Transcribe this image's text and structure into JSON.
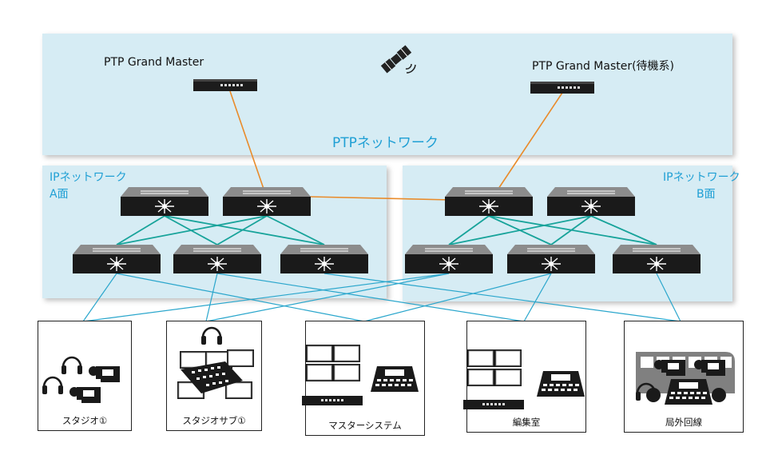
{
  "ptp": {
    "gm_primary": "PTP Grand Master",
    "gm_backup": "PTP Grand Master(待機系)",
    "network_label": "PTPネットワーク"
  },
  "ip_a": {
    "line1": "IPネットワーク",
    "line2": "A面"
  },
  "ip_b": {
    "line1": "IPネットワーク",
    "line2": "B面"
  },
  "sites": [
    {
      "label": "スタジオ①"
    },
    {
      "label": "スタジオサブ①"
    },
    {
      "label": "マスターシステム"
    },
    {
      "label": "編集室"
    },
    {
      "label": "局外回線"
    }
  ],
  "colors": {
    "panel": "#d6ecf4",
    "ptp_link": "#e98b2a",
    "fabric_link": "#17a39a",
    "access_link": "#2aa6cc",
    "accent_text": "#1f9fd4"
  },
  "icons": [
    "satellite-icon",
    "network-switch-icon",
    "server-icon",
    "camera-icon",
    "headphones-icon",
    "monitor-icon",
    "controller-icon",
    "switcher-icon",
    "bus-icon"
  ]
}
